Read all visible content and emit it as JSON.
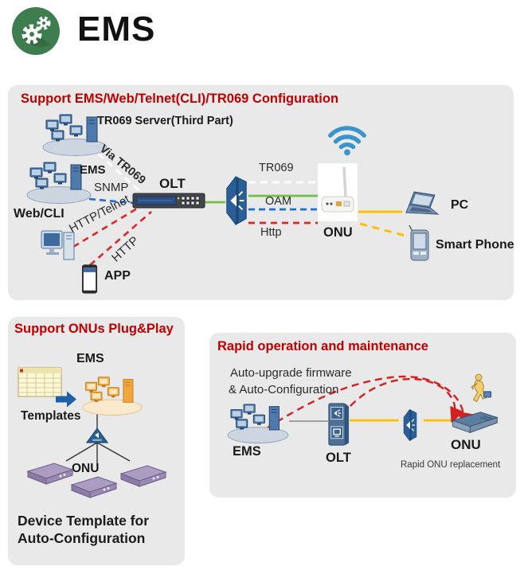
{
  "logo": {
    "title": "EMS",
    "icon": "gears-icon",
    "green": "#3e7d4e"
  },
  "config_panel": {
    "title": "Support EMS/Web/Telnet(CLI)/TR069 Configuration",
    "tr069_server_label": "TR069 Server(Third Part)",
    "ems_label": "EMS",
    "web_cli_label": "Web/CLI",
    "app_label": "APP",
    "olt_label": "OLT",
    "onu_label": "ONU",
    "pc_label": "PC",
    "smart_phone_label": "Smart Phone",
    "link_via_tr069": "Via TR069",
    "link_snmp": "SNMP",
    "link_http_telnet": "HTTP/Telnet",
    "link_http": "HTTP",
    "link_tr069": "TR069",
    "link_oam": "OAM",
    "link_http_onu": "Http"
  },
  "plugplay_panel": {
    "title": "Support ONUs Plug&Play",
    "ems_label": "EMS",
    "templates_label": "Templates",
    "onu_label": "ONU",
    "caption_line1": "Device Template for",
    "caption_line2": "Auto-Configuration"
  },
  "rapid_panel": {
    "title": "Rapid operation and maintenance",
    "feature_line1": "Auto-upgrade firmware",
    "feature_line2": "& Auto-Configuration",
    "ems_label": "EMS",
    "olt_label": "OLT",
    "onu_label": "ONU",
    "note": "Rapid ONU replacement"
  },
  "colors": {
    "panel_bg": "#e9e9e9",
    "heading_red": "#c00000",
    "logo_green": "#3e7d4e",
    "line_green": "#6fbf44",
    "line_blue": "#1e6fd0",
    "line_red": "#e02424",
    "line_yellow": "#ffc000",
    "line_white": "#ffffff",
    "line_gray": "#8a8a8a"
  },
  "icons": [
    "gears-icon",
    "server-cluster-icon",
    "desktop-computer-icon",
    "smartphone-icon",
    "olt-rack-icon",
    "optical-splitter-icon",
    "wifi-icon",
    "onu-router-icon",
    "laptop-icon",
    "pda-phone-icon",
    "template-sheet-icon",
    "arrow-right-icon",
    "onu-box-icon",
    "olt-vertical-icon",
    "onu-device-icon",
    "technician-icon"
  ]
}
